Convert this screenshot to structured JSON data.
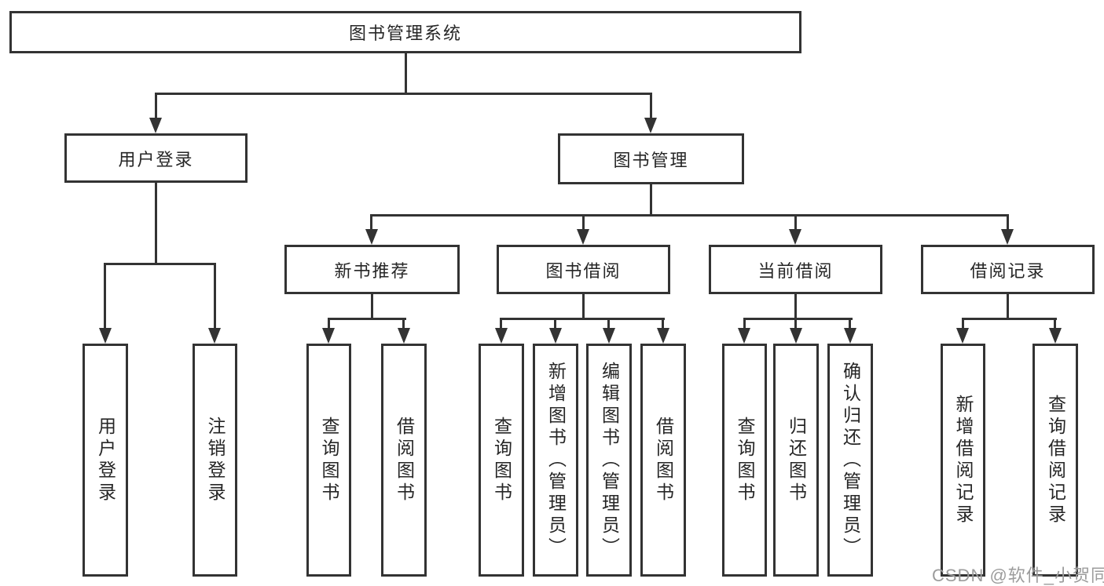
{
  "tree": {
    "label": "图书管理系统",
    "children": [
      {
        "label": "用户登录",
        "children": [
          {
            "label": "用户登录"
          },
          {
            "label": "注销登录"
          }
        ]
      },
      {
        "label": "图书管理",
        "children": [
          {
            "label": "新书推荐",
            "children": [
              {
                "label": "查询图书"
              },
              {
                "label": "借阅图书"
              }
            ]
          },
          {
            "label": "图书借阅",
            "children": [
              {
                "label": "查询图书"
              },
              {
                "label": "新增图书（管理员）"
              },
              {
                "label": "编辑图书（管理员）"
              },
              {
                "label": "借阅图书"
              }
            ]
          },
          {
            "label": "当前借阅",
            "children": [
              {
                "label": "查询图书"
              },
              {
                "label": "归还图书"
              },
              {
                "label": "确认归还（管理员）"
              }
            ]
          },
          {
            "label": "借阅记录",
            "children": [
              {
                "label": "新增借阅记录"
              },
              {
                "label": "查询借阅记录"
              }
            ]
          }
        ]
      }
    ]
  },
  "watermark": {
    "text": "CSDN @软件_小贺同学"
  },
  "colors": {
    "line": "#333333",
    "text": "#262626",
    "background": "#ffffff",
    "watermark": "#9c9c9c"
  }
}
